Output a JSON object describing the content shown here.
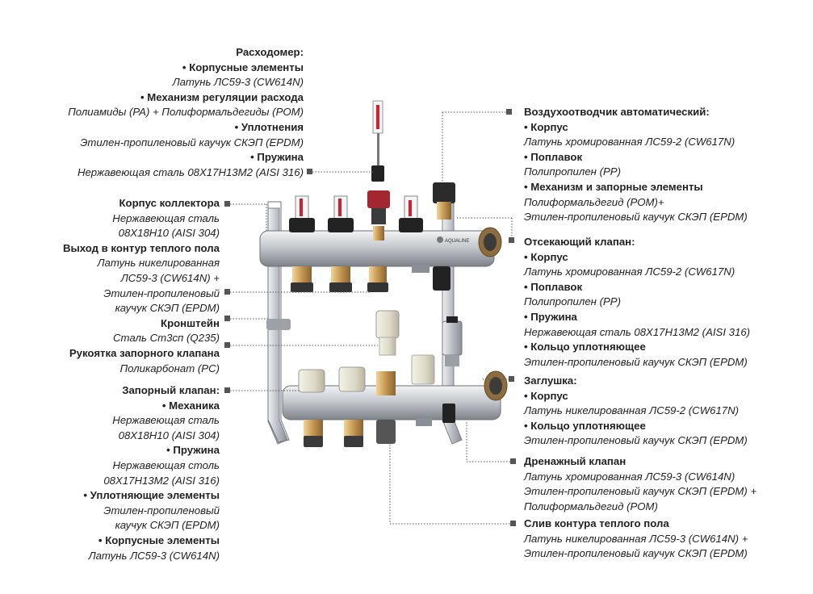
{
  "left_blocks": [
    {
      "id": "flowmeter",
      "lines": [
        {
          "s": "t",
          "v": "Расходомер:"
        },
        {
          "s": "t",
          "v": "• Корпусные элементы"
        },
        {
          "s": "n",
          "v": "Латунь ЛС59-3 (CW614N)"
        },
        {
          "s": "t",
          "v": "• Механизм регуляции расхода"
        },
        {
          "s": "n",
          "v": "Полиамиды (PA) + Полиформальдегиды (POM)"
        },
        {
          "s": "t",
          "v": "• Уплотнения"
        },
        {
          "s": "n",
          "v": "Этилен-пропиленовый каучук СКЭП (EPDM)"
        },
        {
          "s": "t",
          "v": "• Пружина"
        },
        {
          "s": "n",
          "v": "Нержавеющая сталь 08Х17Н13М2 (AISI 316)"
        }
      ]
    },
    {
      "id": "manifold-body",
      "lines": [
        {
          "s": "t",
          "v": "Корпус коллектора"
        },
        {
          "s": "n",
          "v": "Нержавеющая сталь"
        },
        {
          "s": "n",
          "v": "08Х18Н10 (AISI 304)"
        },
        {
          "s": "t",
          "v": "Выход в контур теплого пола"
        },
        {
          "s": "n",
          "v": "Латунь никелированная"
        },
        {
          "s": "n",
          "v": "ЛС59-3 (CW614N) +"
        },
        {
          "s": "n",
          "v": "Этилен-пропиленовый"
        },
        {
          "s": "n",
          "v": "каучук СКЭП (EPDM)"
        },
        {
          "s": "t",
          "v": "Кронштейн"
        },
        {
          "s": "n",
          "v": "Сталь Ст3сп (Q235)"
        },
        {
          "s": "t",
          "v": "Рукоятка запорного клапана"
        },
        {
          "s": "n",
          "v": "Поликарбонат (PC)"
        }
      ]
    },
    {
      "id": "shutoff-valve",
      "lines": [
        {
          "s": "t",
          "v": "Запорный клапан:"
        },
        {
          "s": "t",
          "v": "• Механика"
        },
        {
          "s": "n",
          "v": "Нержавеющая сталь"
        },
        {
          "s": "n",
          "v": "08Х18Н10 (AISI 304)"
        },
        {
          "s": "t",
          "v": "• Пружина"
        },
        {
          "s": "n",
          "v": "Нержавеющая столь"
        },
        {
          "s": "n",
          "v": "08Х17Н13М2 (AISI 316)"
        },
        {
          "s": "t",
          "v": "• Уплотняющие элементы"
        },
        {
          "s": "n",
          "v": "Этилен-пропиленовый"
        },
        {
          "s": "n",
          "v": "каучук СКЭП (EPDM)"
        },
        {
          "s": "t",
          "v": "• Корпусные элементы"
        },
        {
          "s": "n",
          "v": "Латунь ЛС59-3 (CW614N)"
        }
      ]
    }
  ],
  "right_blocks": [
    {
      "id": "air-vent",
      "lines": [
        {
          "s": "t",
          "v": "Воздухоотводчик автоматический:"
        },
        {
          "s": "t",
          "v": "• Корпус"
        },
        {
          "s": "n",
          "v": "Латунь хромированная ЛС59-2 (CW617N)"
        },
        {
          "s": "t",
          "v": "• Поплавок"
        },
        {
          "s": "n",
          "v": "Полипропилен (PP)"
        },
        {
          "s": "t",
          "v": "• Механизм и запорные элементы"
        },
        {
          "s": "n",
          "v": "Полиформальдегид (POM)+"
        },
        {
          "s": "n",
          "v": "Этилен-пропиленовый каучук СКЭП (EPDM)"
        }
      ]
    },
    {
      "id": "cutoff-valve",
      "lines": [
        {
          "s": "t",
          "v": "Отсекающий клапан:"
        },
        {
          "s": "t",
          "v": "• Корпус"
        },
        {
          "s": "n",
          "v": "Латунь хромированная ЛС59-2 (CW617N)"
        },
        {
          "s": "t",
          "v": "• Поплавок"
        },
        {
          "s": "n",
          "v": "Полипропилен (PP)"
        },
        {
          "s": "t",
          "v": "• Пружина"
        },
        {
          "s": "n",
          "v": "Нержавеющая сталь 08Х17Н13М2 (AISI 316)"
        },
        {
          "s": "t",
          "v": "• Кольцо уплотняющее"
        },
        {
          "s": "n",
          "v": "Этилен-пропиленовый каучук СКЭП (EPDM)"
        }
      ]
    },
    {
      "id": "plug",
      "lines": [
        {
          "s": "t",
          "v": "Заглушка:"
        },
        {
          "s": "t",
          "v": "• Корпус"
        },
        {
          "s": "n",
          "v": "Латунь никелированная ЛС59-2 (CW617N)"
        },
        {
          "s": "t",
          "v": "• Кольцо уплотняющее"
        },
        {
          "s": "n",
          "v": "Этилен-пропиленовый каучук СКЭП (EPDM)"
        }
      ]
    },
    {
      "id": "drain-valve",
      "lines": [
        {
          "s": "t",
          "v": "Дренажный клапан"
        },
        {
          "s": "n",
          "v": "Латунь хромированная ЛС59-3 (CW614N)"
        },
        {
          "s": "n",
          "v": "Этилен-пропиленовый каучук СКЭП (EPDM) +"
        },
        {
          "s": "n",
          "v": "Полиформальдегид (POM)"
        }
      ]
    },
    {
      "id": "drain-circuit",
      "lines": [
        {
          "s": "t",
          "v": "Слив контура теплого пола"
        },
        {
          "s": "n",
          "v": "Латунь никелированная ЛС59-3 (CW614N) +"
        },
        {
          "s": "n",
          "v": "Этилен-пропиленовый каучук СКЭП (EPDM)"
        }
      ]
    }
  ],
  "product": {
    "brand_mark": "AQUALINE"
  },
  "colors": {
    "text": "#222222",
    "leader": "#555555",
    "marker": "#555555",
    "steel": "#c9ccd0",
    "brass": "#c9a15a",
    "red": "#a32630"
  }
}
